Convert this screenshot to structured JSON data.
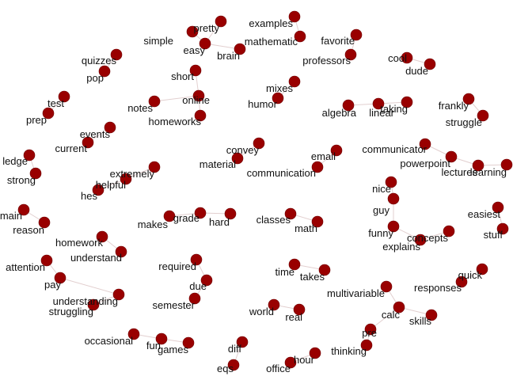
{
  "graph": {
    "node_color": "#990000",
    "edge_color": "#e2cfcf",
    "label_color": "#111111",
    "nodes": [
      {
        "id": "pretty",
        "label": "pretty"
      },
      {
        "id": "simple",
        "label": "simple"
      },
      {
        "id": "easy",
        "label": "easy"
      },
      {
        "id": "brain",
        "label": "brain"
      },
      {
        "id": "examples",
        "label": "examples"
      },
      {
        "id": "mathematic",
        "label": "mathematic"
      },
      {
        "id": "favorite",
        "label": "favorite"
      },
      {
        "id": "professors",
        "label": "professors"
      },
      {
        "id": "quizzes",
        "label": "quizzes"
      },
      {
        "id": "pop",
        "label": "pop"
      },
      {
        "id": "cool",
        "label": "cool"
      },
      {
        "id": "dude",
        "label": "dude"
      },
      {
        "id": "short",
        "label": "short"
      },
      {
        "id": "mixes",
        "label": "mixes"
      },
      {
        "id": "humor",
        "label": "humor"
      },
      {
        "id": "online",
        "label": "online"
      },
      {
        "id": "notes",
        "label": "notes"
      },
      {
        "id": "homeworks",
        "label": "homeworks"
      },
      {
        "id": "test",
        "label": "test"
      },
      {
        "id": "prep",
        "label": "prep"
      },
      {
        "id": "algebra",
        "label": "algebra"
      },
      {
        "id": "linear",
        "label": "linear"
      },
      {
        "id": "taking",
        "label": "taking"
      },
      {
        "id": "frankly",
        "label": "frankly"
      },
      {
        "id": "struggle",
        "label": "struggle"
      },
      {
        "id": "events",
        "label": "events"
      },
      {
        "id": "current",
        "label": "current"
      },
      {
        "id": "convey",
        "label": "convey"
      },
      {
        "id": "material",
        "label": "material"
      },
      {
        "id": "email",
        "label": "email"
      },
      {
        "id": "communication",
        "label": "communication"
      },
      {
        "id": "communicator",
        "label": "communicator"
      },
      {
        "id": "powerpoint",
        "label": "powerpoint"
      },
      {
        "id": "lectures",
        "label": "lectures"
      },
      {
        "id": "learning",
        "label": "learning"
      },
      {
        "id": "ledge",
        "label": "ledge"
      },
      {
        "id": "strong",
        "label": "strong"
      },
      {
        "id": "extremely",
        "label": "extremely"
      },
      {
        "id": "helpful",
        "label": "helpful"
      },
      {
        "id": "hes",
        "label": "hes"
      },
      {
        "id": "nice",
        "label": "nice"
      },
      {
        "id": "guy",
        "label": "guy"
      },
      {
        "id": "easiest",
        "label": "easiest"
      },
      {
        "id": "stuff",
        "label": "stuff"
      },
      {
        "id": "main",
        "label": "main"
      },
      {
        "id": "reason",
        "label": "reason"
      },
      {
        "id": "makes",
        "label": "makes"
      },
      {
        "id": "grade",
        "label": "grade"
      },
      {
        "id": "hard",
        "label": "hard"
      },
      {
        "id": "classes",
        "label": "classes"
      },
      {
        "id": "math",
        "label": "math"
      },
      {
        "id": "funny",
        "label": "funny"
      },
      {
        "id": "concepts",
        "label": "concepts"
      },
      {
        "id": "explains",
        "label": "explains"
      },
      {
        "id": "homework",
        "label": "homework"
      },
      {
        "id": "understand",
        "label": "understand"
      },
      {
        "id": "attention",
        "label": "attention"
      },
      {
        "id": "pay",
        "label": "pay"
      },
      {
        "id": "required",
        "label": "required"
      },
      {
        "id": "due",
        "label": "due"
      },
      {
        "id": "time",
        "label": "time"
      },
      {
        "id": "takes",
        "label": "takes"
      },
      {
        "id": "quick",
        "label": "quick"
      },
      {
        "id": "responses",
        "label": "responses"
      },
      {
        "id": "multivariable",
        "label": "multivariable"
      },
      {
        "id": "understanding",
        "label": "understanding"
      },
      {
        "id": "struggling",
        "label": "struggling"
      },
      {
        "id": "semester",
        "label": "semester"
      },
      {
        "id": "world",
        "label": "world"
      },
      {
        "id": "real",
        "label": "real"
      },
      {
        "id": "calc",
        "label": "calc"
      },
      {
        "id": "skills",
        "label": "skills"
      },
      {
        "id": "pre",
        "label": "pre"
      },
      {
        "id": "occasional",
        "label": "occasional"
      },
      {
        "id": "fun",
        "label": "fun"
      },
      {
        "id": "games",
        "label": "games"
      },
      {
        "id": "diff",
        "label": "diff"
      },
      {
        "id": "eqs",
        "label": "eqs"
      },
      {
        "id": "hour",
        "label": "hour"
      },
      {
        "id": "office",
        "label": "office"
      },
      {
        "id": "thinking",
        "label": "thinking"
      }
    ],
    "edges": [
      [
        "simple",
        "easy"
      ],
      [
        "easy",
        "pretty"
      ],
      [
        "easy",
        "brain"
      ],
      [
        "examples",
        "mathematic"
      ],
      [
        "favorite",
        "professors"
      ],
      [
        "quizzes",
        "pop"
      ],
      [
        "cool",
        "dude"
      ],
      [
        "short",
        "online"
      ],
      [
        "online",
        "notes"
      ],
      [
        "online",
        "homeworks"
      ],
      [
        "mixes",
        "humor"
      ],
      [
        "test",
        "prep"
      ],
      [
        "algebra",
        "linear"
      ],
      [
        "linear",
        "taking"
      ],
      [
        "frankly",
        "struggle"
      ],
      [
        "events",
        "current"
      ],
      [
        "convey",
        "material"
      ],
      [
        "email",
        "communication"
      ],
      [
        "communicator",
        "powerpoint"
      ],
      [
        "powerpoint",
        "lectures"
      ],
      [
        "lectures",
        "learning"
      ],
      [
        "ledge",
        "strong"
      ],
      [
        "extremely",
        "helpful"
      ],
      [
        "helpful",
        "hes"
      ],
      [
        "nice",
        "guy"
      ],
      [
        "guy",
        "funny"
      ],
      [
        "funny",
        "explains"
      ],
      [
        "explains",
        "concepts"
      ],
      [
        "easiest",
        "stuff"
      ],
      [
        "main",
        "reason"
      ],
      [
        "makes",
        "grade"
      ],
      [
        "grade",
        "hard"
      ],
      [
        "classes",
        "math"
      ],
      [
        "homework",
        "understand"
      ],
      [
        "attention",
        "pay"
      ],
      [
        "pay",
        "understanding"
      ],
      [
        "understanding",
        "struggling"
      ],
      [
        "required",
        "due"
      ],
      [
        "due",
        "semester"
      ],
      [
        "time",
        "takes"
      ],
      [
        "quick",
        "responses"
      ],
      [
        "multivariable",
        "calc"
      ],
      [
        "calc",
        "skills"
      ],
      [
        "calc",
        "pre"
      ],
      [
        "pre",
        "thinking"
      ],
      [
        "world",
        "real"
      ],
      [
        "occasional",
        "fun"
      ],
      [
        "fun",
        "games"
      ],
      [
        "diff",
        "eqs"
      ],
      [
        "hour",
        "office"
      ]
    ]
  }
}
